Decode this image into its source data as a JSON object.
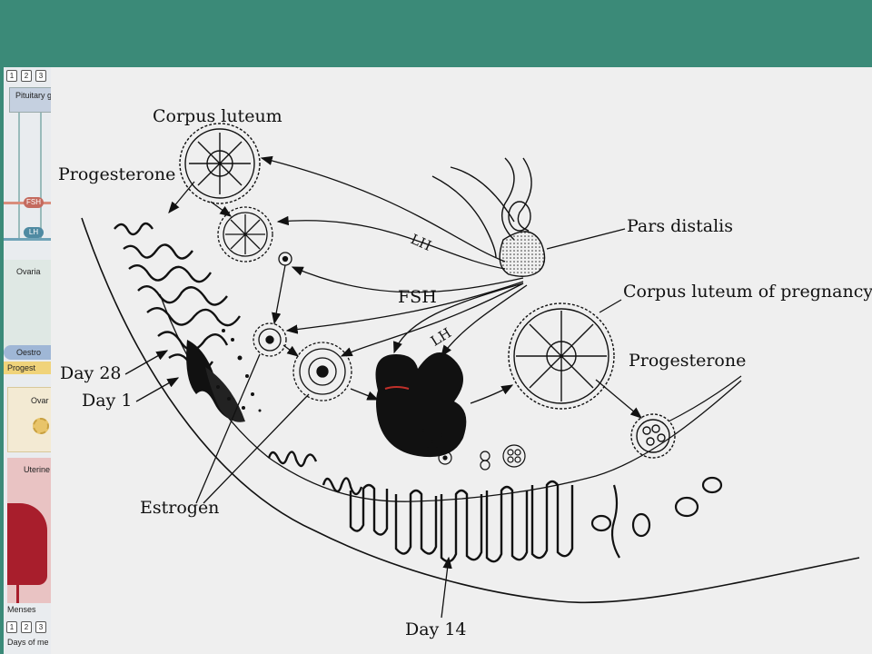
{
  "diagram": {
    "labels": {
      "corpus_luteum": "Corpus luteum",
      "progesterone_left": "Progesterone",
      "pars_distalis": "Pars distalis",
      "corpus_luteum_pregnancy": "Corpus luteum of pregnancy",
      "progesterone_right": "Progesterone",
      "fsh": "FSH",
      "lh_upper": "LH",
      "lh_lower": "LH",
      "day28": "Day 28",
      "day1": "Day 1",
      "estrogen": "Estrogen",
      "day14": "Day 14"
    }
  },
  "left_strip": {
    "numbers_top": [
      "1",
      "2",
      "3"
    ],
    "numbers_bottom": [
      "1",
      "2",
      "3"
    ],
    "pituitary": "Pituitary g",
    "fsh": "FSH",
    "lh": "LH",
    "ovarian": "Ovaria",
    "oestro": "Oestro",
    "progest": "Progest",
    "ovar": "Ovar",
    "uterine": "Uterine",
    "menses": "Menses",
    "days": "Days of me"
  },
  "colors": {
    "background": "#3b8a78",
    "panel": "#efefef",
    "ink": "#111111"
  }
}
